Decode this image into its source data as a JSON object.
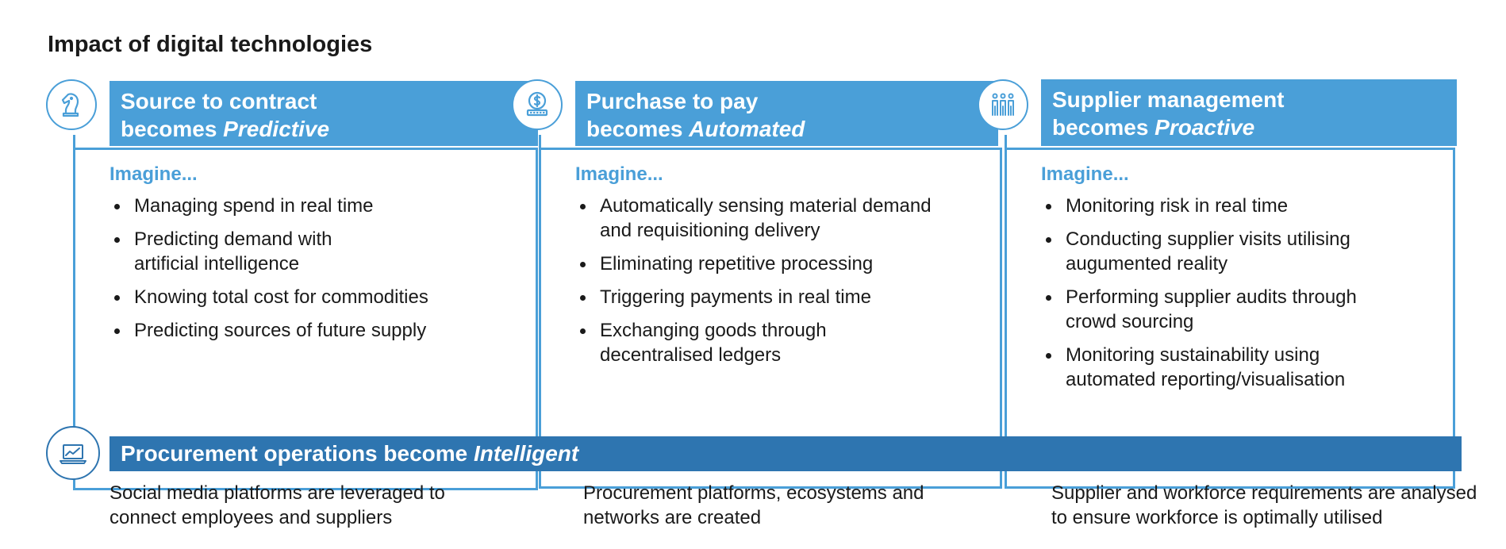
{
  "title": "Impact of digital technologies",
  "columns": [
    {
      "icon": "chess-knight-icon",
      "header_line1": "Source to contract",
      "header_line2_prefix": "becomes ",
      "header_line2_emph": "Predictive",
      "imagine": "Imagine...",
      "bullets": [
        "Managing spend in real time",
        "Predicting demand with artificial intelligence",
        "Knowing total cost for commodities",
        "Predicting sources of future supply"
      ]
    },
    {
      "icon": "coin-payment-icon",
      "header_line1": "Purchase to pay",
      "header_line2_prefix": "becomes ",
      "header_line2_emph": "Automated",
      "imagine": "Imagine...",
      "bullets": [
        "Automatically sensing material demand and requisitioning delivery",
        "Eliminating repetitive processing",
        "Triggering payments in real time",
        "Exchanging goods through decentralised ledgers"
      ]
    },
    {
      "icon": "people-group-icon",
      "header_line1": "Supplier management",
      "header_line2_prefix": "becomes ",
      "header_line2_emph": "Proactive",
      "imagine": "Imagine...",
      "bullets": [
        "Monitoring risk in real time",
        "Conducting supplier visits utilising augumented reality",
        "Performing supplier audits through crowd sourcing",
        "Monitoring sustainability using automated reporting/visualisation"
      ]
    }
  ],
  "bottom": {
    "icon": "laptop-chart-icon",
    "bar_prefix": "Procurement operations become ",
    "bar_emph": "Intelligent",
    "texts": [
      "Social media platforms are leveraged to connect employees and suppliers",
      "Procurement platforms, ecosystems and networks are created",
      "Supplier and workforce requirements are analysed to ensure workforce is optimally utilised"
    ]
  },
  "colors": {
    "light_blue": "#4a9fd8",
    "dark_blue": "#2e75b0"
  }
}
